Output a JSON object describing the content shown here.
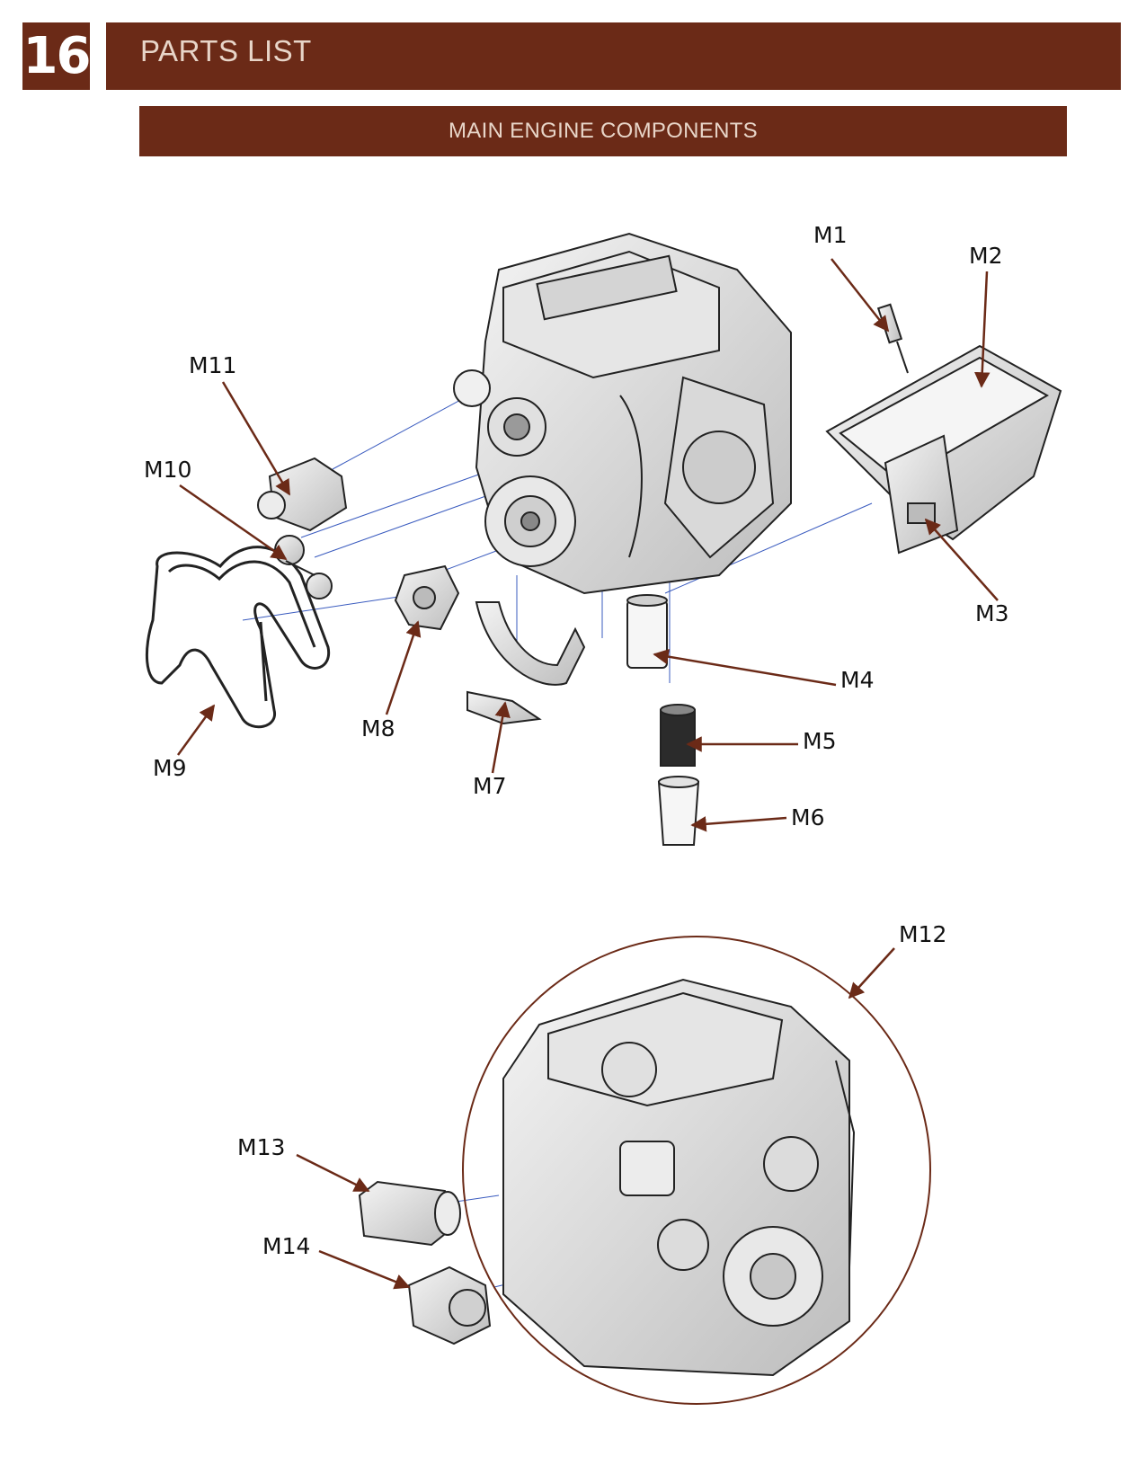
{
  "header": {
    "section_number": "16",
    "title": "PARTS LIST"
  },
  "banner": {
    "title": "MAIN ENGINE COMPONENTS"
  },
  "colors": {
    "header_bg": "#6b2a17",
    "header_text": "#e8d5c8",
    "arrow": "#6b2a17",
    "leader_line": "#3a5bbf"
  },
  "callouts": {
    "m1": "M1",
    "m2": "M2",
    "m3": "M3",
    "m4": "M4",
    "m5": "M5",
    "m6": "M6",
    "m7": "M7",
    "m8": "M8",
    "m9": "M9",
    "m10": "M10",
    "m11": "M11",
    "m12": "M12",
    "m13": "M13",
    "m14": "M14"
  }
}
